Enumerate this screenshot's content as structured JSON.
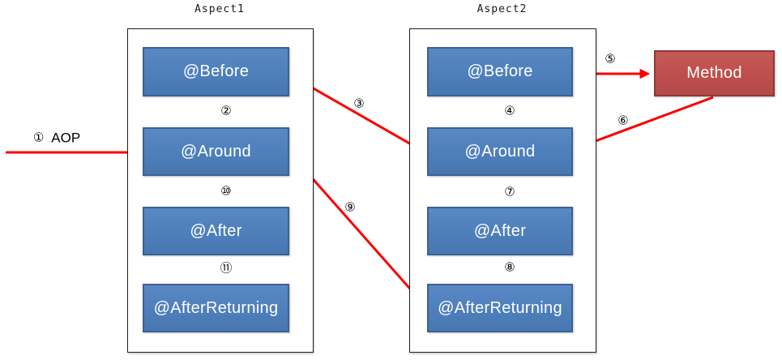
{
  "aspect1": {
    "title": "Aspect1",
    "boxes": [
      "@Before",
      "@Around",
      "@After",
      "@AfterReturning"
    ]
  },
  "aspect2": {
    "title": "Aspect2",
    "boxes": [
      "@Before",
      "@Around",
      "@After",
      "@AfterReturning"
    ]
  },
  "method": {
    "label": "Method"
  },
  "steps": {
    "s1": {
      "num": "①",
      "label": "AOP"
    },
    "s2": {
      "num": "②"
    },
    "s3": {
      "num": "③"
    },
    "s4": {
      "num": "④"
    },
    "s5": {
      "num": "⑤"
    },
    "s6": {
      "num": "⑥"
    },
    "s7": {
      "num": "⑦"
    },
    "s8": {
      "num": "⑧"
    },
    "s9": {
      "num": "⑨"
    },
    "s10": {
      "num": "⑩"
    },
    "s11": {
      "num": "⑪"
    }
  },
  "colors": {
    "node_fill": "#4F81BD",
    "node_border": "#3A6293",
    "method_fill": "#C0504D",
    "method_border": "#8E3A38",
    "arrow": "#FA0000",
    "node_text": "#FFFFFF",
    "label_text": "#000000",
    "panel_border": "#1F1F1F"
  }
}
